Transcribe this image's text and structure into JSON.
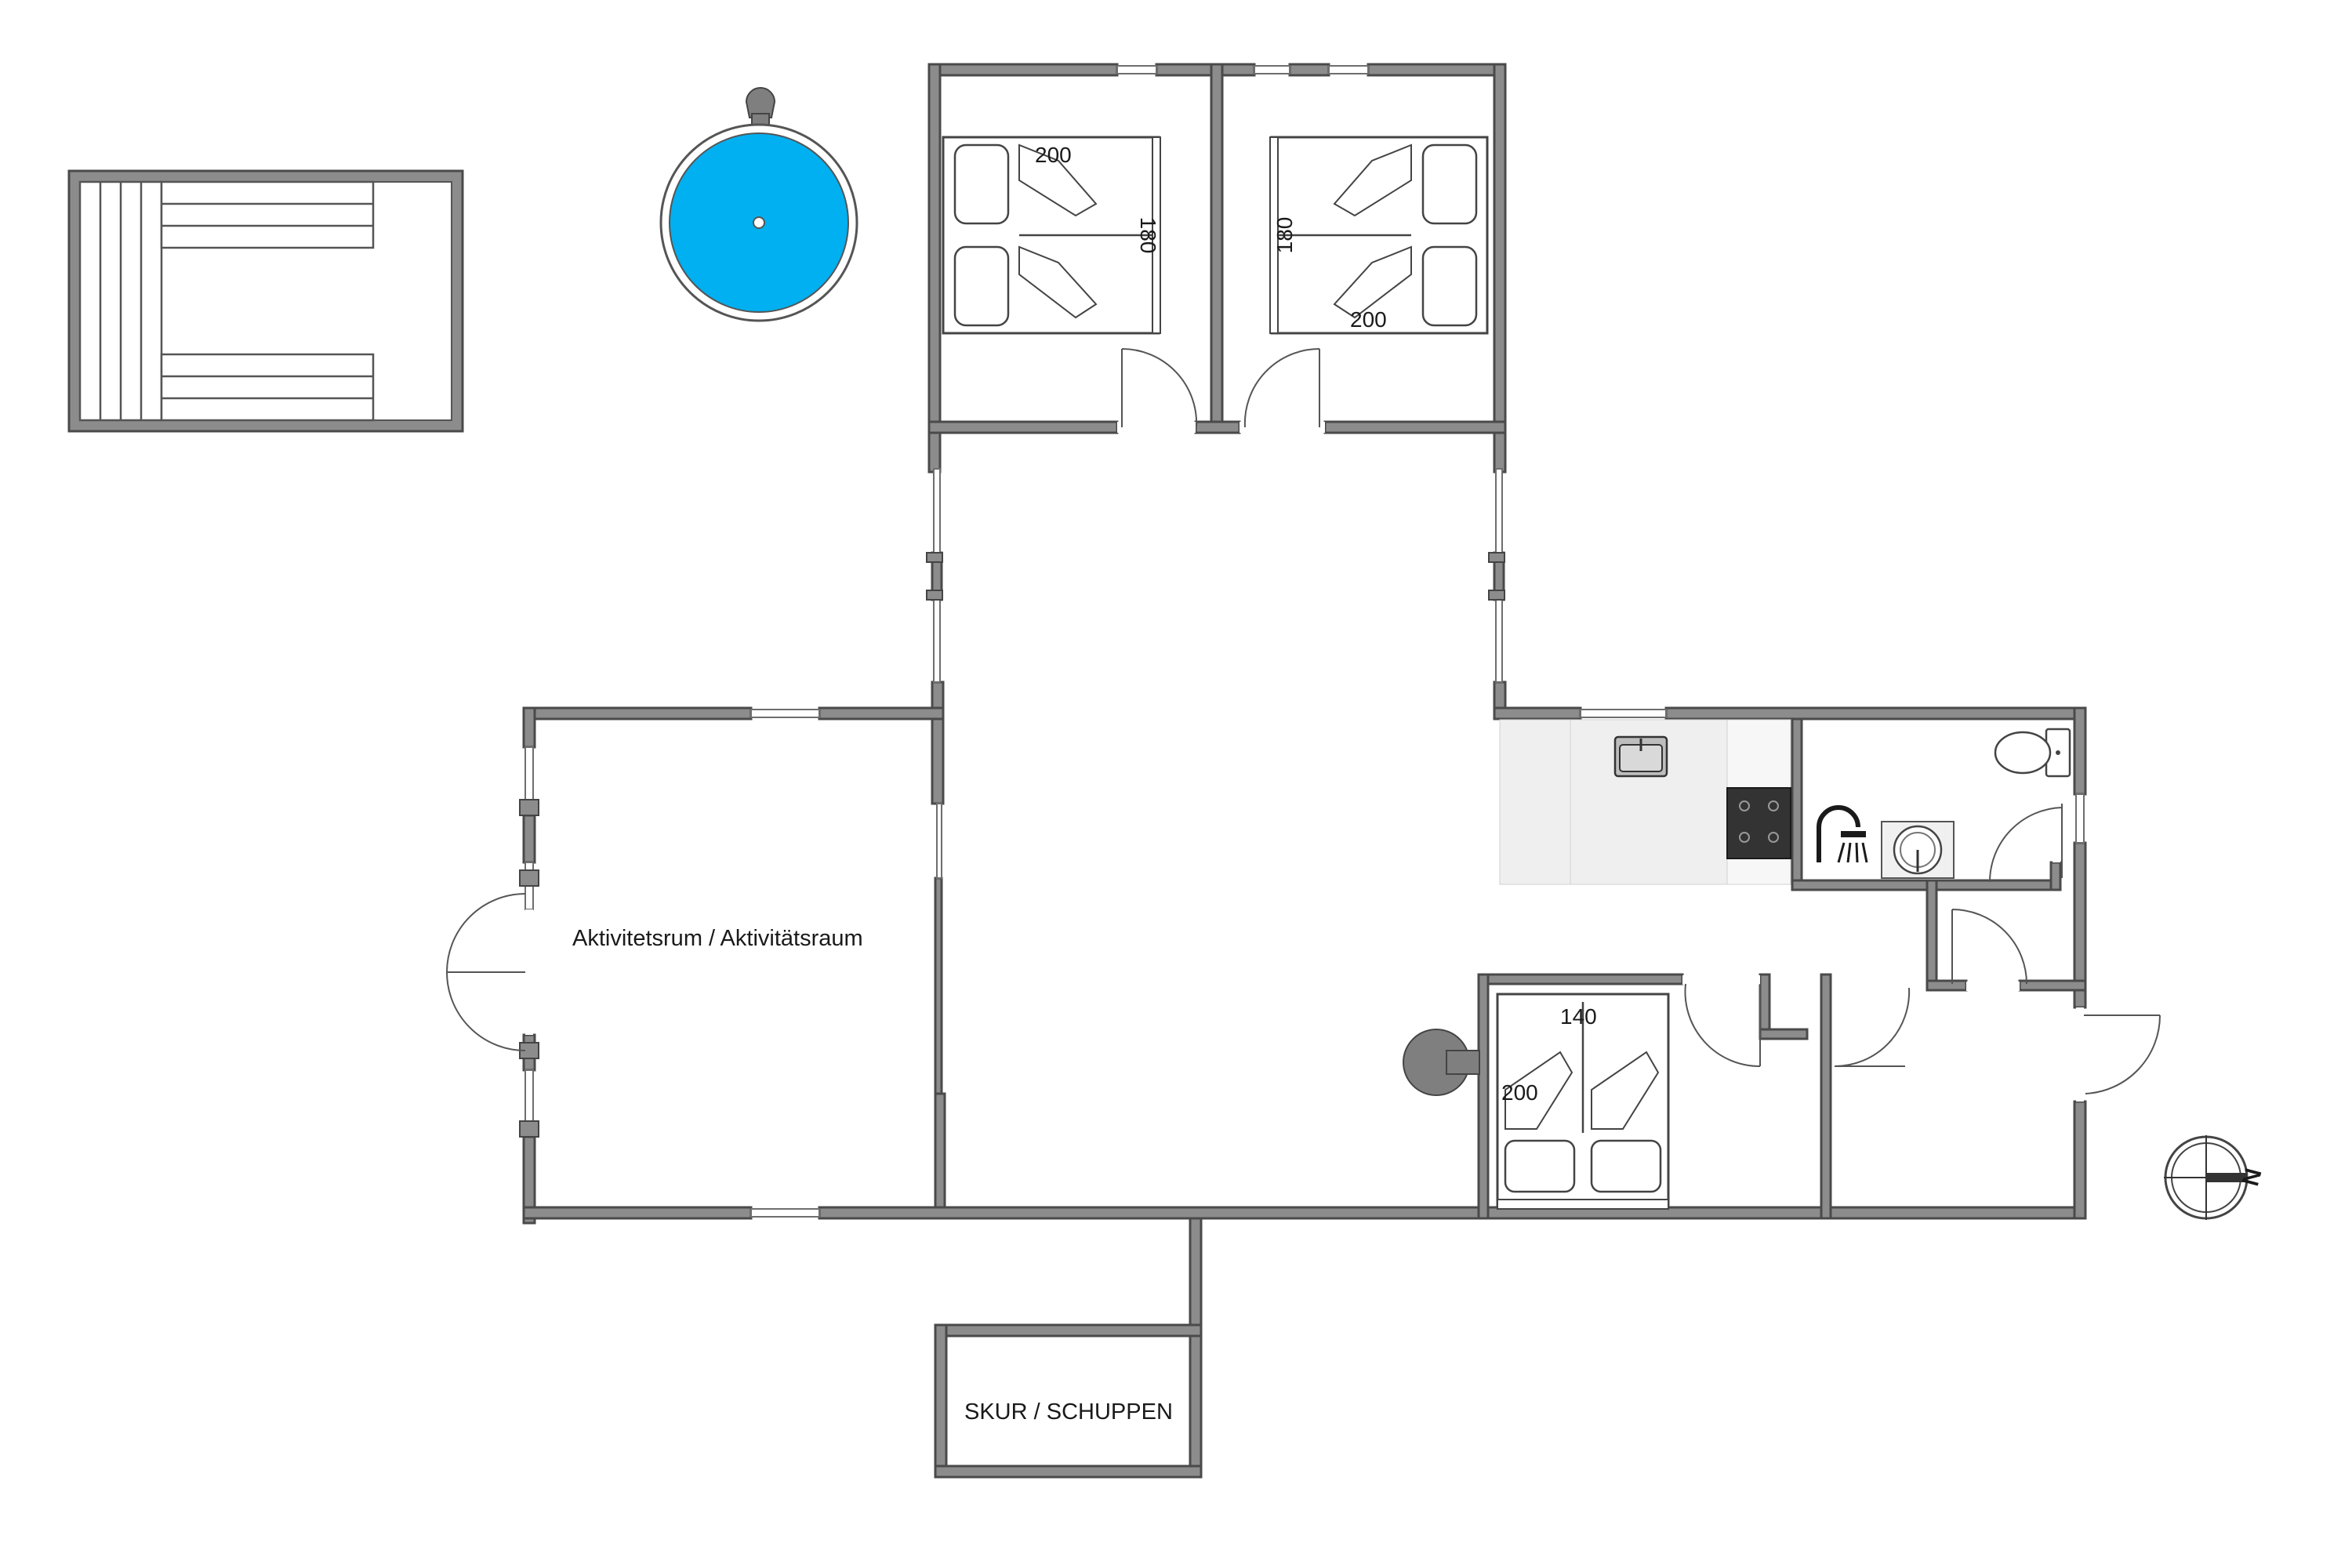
{
  "rooms": {
    "activity_room": "Aktivitetsrum / Aktivitätsraum",
    "shed": "SKUR / SCHUPPEN"
  },
  "beds": {
    "bedroom_1": {
      "length": "200",
      "width": "180"
    },
    "bedroom_2": {
      "length": "200",
      "width": "180"
    },
    "bedroom_3": {
      "length": "200",
      "width": "140"
    }
  },
  "compass": {
    "label": "N"
  },
  "colors": {
    "wall": "#8c8c8c",
    "pool": "#00b0f0",
    "hob": "#333333",
    "counter": "#efefef"
  },
  "icons": [
    "sauna-bench-icon",
    "hot-tub-icon",
    "stove-icon",
    "shower-icon",
    "toilet-icon",
    "sink-icon",
    "kitchen-sink-icon",
    "hob-icon",
    "compass-icon"
  ]
}
